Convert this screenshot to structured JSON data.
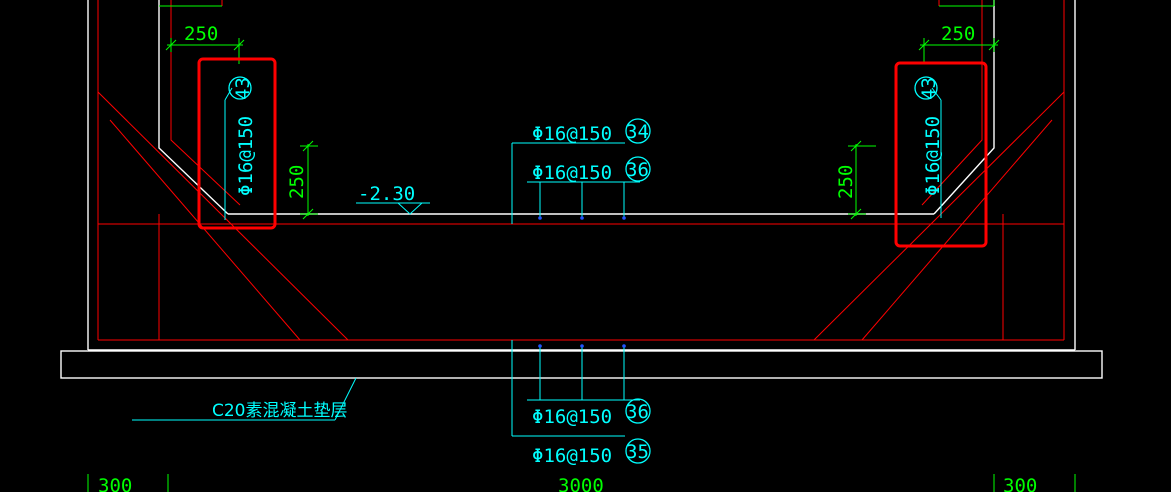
{
  "colors": {
    "background": "#000000",
    "outline": "#ffffff",
    "rebar": "#ff0000",
    "dimension": "#00ff00",
    "annotation": "#00ffff",
    "highlight": "#ff0000",
    "rebar_dot": "#2255ff"
  },
  "dimensions": {
    "left_width": "250",
    "right_width": "250",
    "left_haunch": "250",
    "right_haunch": "250",
    "bottom_left": "300",
    "bottom_center": "3000",
    "bottom_right": "300"
  },
  "elevation": {
    "label": "-2.30"
  },
  "rebar_callouts": {
    "left_side": {
      "spec": "Φ16@150",
      "mark": "43"
    },
    "right_side": {
      "spec": "Φ16@150",
      "mark": "43"
    },
    "top_1": {
      "spec": "Φ16@150",
      "mark": "34"
    },
    "top_2": {
      "spec": "Φ16@150",
      "mark": "36"
    },
    "bottom_1": {
      "spec": "Φ16@150",
      "mark": "36"
    },
    "bottom_2": {
      "spec": "Φ16@150",
      "mark": "35"
    }
  },
  "cushion": {
    "label": "C20素混凝土垫层"
  }
}
